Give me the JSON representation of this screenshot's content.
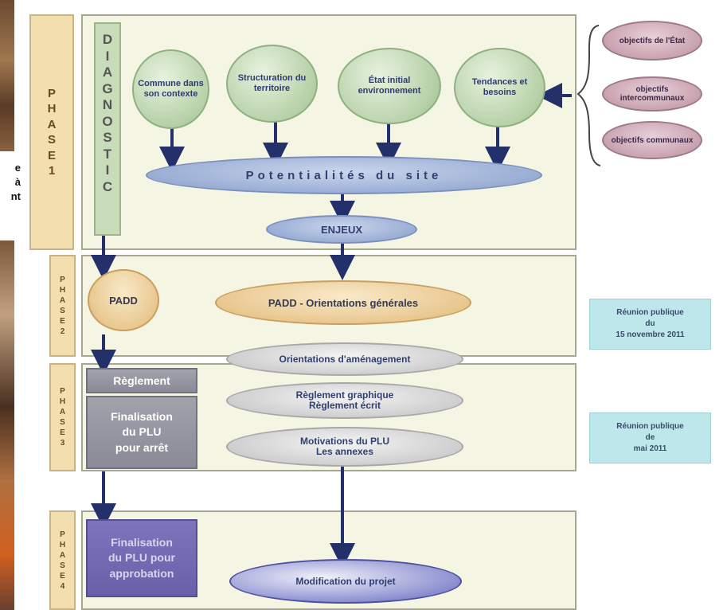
{
  "caption": {
    "lines": [
      "e",
      "à",
      "nt"
    ]
  },
  "phases": [
    {
      "label": "PHASE 1"
    },
    {
      "label": "PHASE 2"
    },
    {
      "label": "PHASE 3"
    },
    {
      "label": "PHASE 4"
    }
  ],
  "diagnostic_label": "DIAGNOSTIC",
  "phase1": {
    "circles": [
      "Commune dans son contexte",
      "Structuration du territoire",
      "État initial environnement",
      "Tendances et besoins"
    ],
    "potentialites": "Potentialités du site",
    "enjeux": "ENJEUX"
  },
  "objectives": [
    "objectifs de l'État",
    "objectifs intercommunaux",
    "objectifs communaux"
  ],
  "phase2": {
    "padd": "PADD",
    "orientations_generales": "PADD - Orientations générales",
    "reunion": [
      "Réunion publique",
      "du",
      "15 novembre 2011"
    ]
  },
  "phase3": {
    "orientations_amenagement": "Orientations d'aménagement",
    "reglement_graphique": [
      "Règlement graphique",
      "Règlement écrit"
    ],
    "motivations": [
      "Motivations du PLU",
      "Les annexes"
    ],
    "reglement": "Règlement",
    "finalisation": [
      "Finalisation",
      "du PLU",
      "pour arrêt"
    ],
    "reunion": [
      "Réunion publique",
      "de",
      "mai 2011"
    ]
  },
  "phase4": {
    "finalisation": [
      "Finalisation",
      "du PLU pour",
      "approbation"
    ],
    "modification": "Modification du projet"
  },
  "colors": {
    "phase_column": "#f3deb0",
    "panel": "#f5f5e3",
    "circle_green": "#b7d1a8",
    "ellipse_blue": "#9aaed4",
    "box_purple": "#6a60aa",
    "note_cyan": "#bde7ea"
  }
}
